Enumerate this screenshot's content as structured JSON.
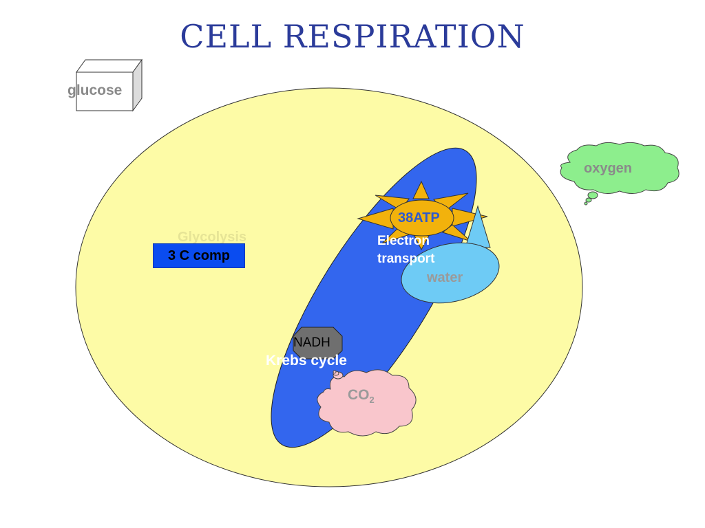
{
  "slide": {
    "title": "Cell Respiration",
    "labels": {
      "glucose": "glucose",
      "glycolysis": "Glycolysis",
      "three_c_compound": "3 C comp",
      "electron_transport_line1": "Electron",
      "electron_transport_line2": "transport",
      "krebs_cycle": "Krebs cycle",
      "atp": "38ATP",
      "water": "water",
      "oxygen": "oxygen",
      "nadh": "NADH",
      "co2_main": "CO",
      "co2_sub": "2"
    },
    "colors": {
      "title": "#2b3b9a",
      "cell": "#fdfba6",
      "mitochondrion": "#3366ee",
      "water": "#6ecbf5",
      "oxygen_cloud": "#8dee8d",
      "co2_cloud": "#f9c6cc",
      "atp_burst": "#f2b20c"
    }
  }
}
